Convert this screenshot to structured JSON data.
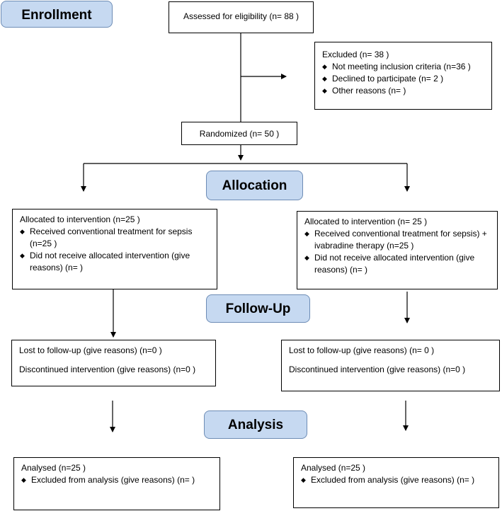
{
  "stages": {
    "enrollment": "Enrollment",
    "allocation": "Allocation",
    "follow_up": "Follow-Up",
    "analysis": "Analysis"
  },
  "assessed": "Assessed for eligibility (n= 88 )",
  "excluded": {
    "title": "Excluded  (n= 38 )",
    "items": [
      "Not meeting inclusion criteria (n=36  )",
      "Declined to participate (n= 2 )",
      "Other reasons (n=  )"
    ]
  },
  "randomized": "Randomized (n= 50 )",
  "allocation_left": {
    "title": "Allocated to intervention (n=25  )",
    "items": [
      "Received conventional treatment for sepsis (n=25  )",
      "Did not receive allocated intervention (give reasons) (n=  )"
    ]
  },
  "allocation_right": {
    "title": "Allocated to intervention (n= 25 )",
    "items": [
      "Received conventional treatment for sepsis) + ivabradine therapy (n=25  )",
      "Did not receive allocated intervention (give reasons) (n=  )"
    ]
  },
  "followup_left": {
    "lost": "Lost to follow-up (give reasons) (n=0  )",
    "discontinued": "Discontinued intervention (give reasons) (n=0 )"
  },
  "followup_right": {
    "lost": "Lost to follow-up (give reasons) (n= 0 )",
    "discontinued": "Discontinued intervention (give reasons) (n=0  )"
  },
  "analysis_left": {
    "title": "Analysed  (n=25  )",
    "items": [
      "Excluded from analysis (give reasons) (n=  )"
    ]
  },
  "analysis_right": {
    "title": "Analysed  (n=25  )",
    "items": [
      "Excluded from analysis (give reasons) (n=  )"
    ]
  },
  "bullet_glyph": "◆"
}
